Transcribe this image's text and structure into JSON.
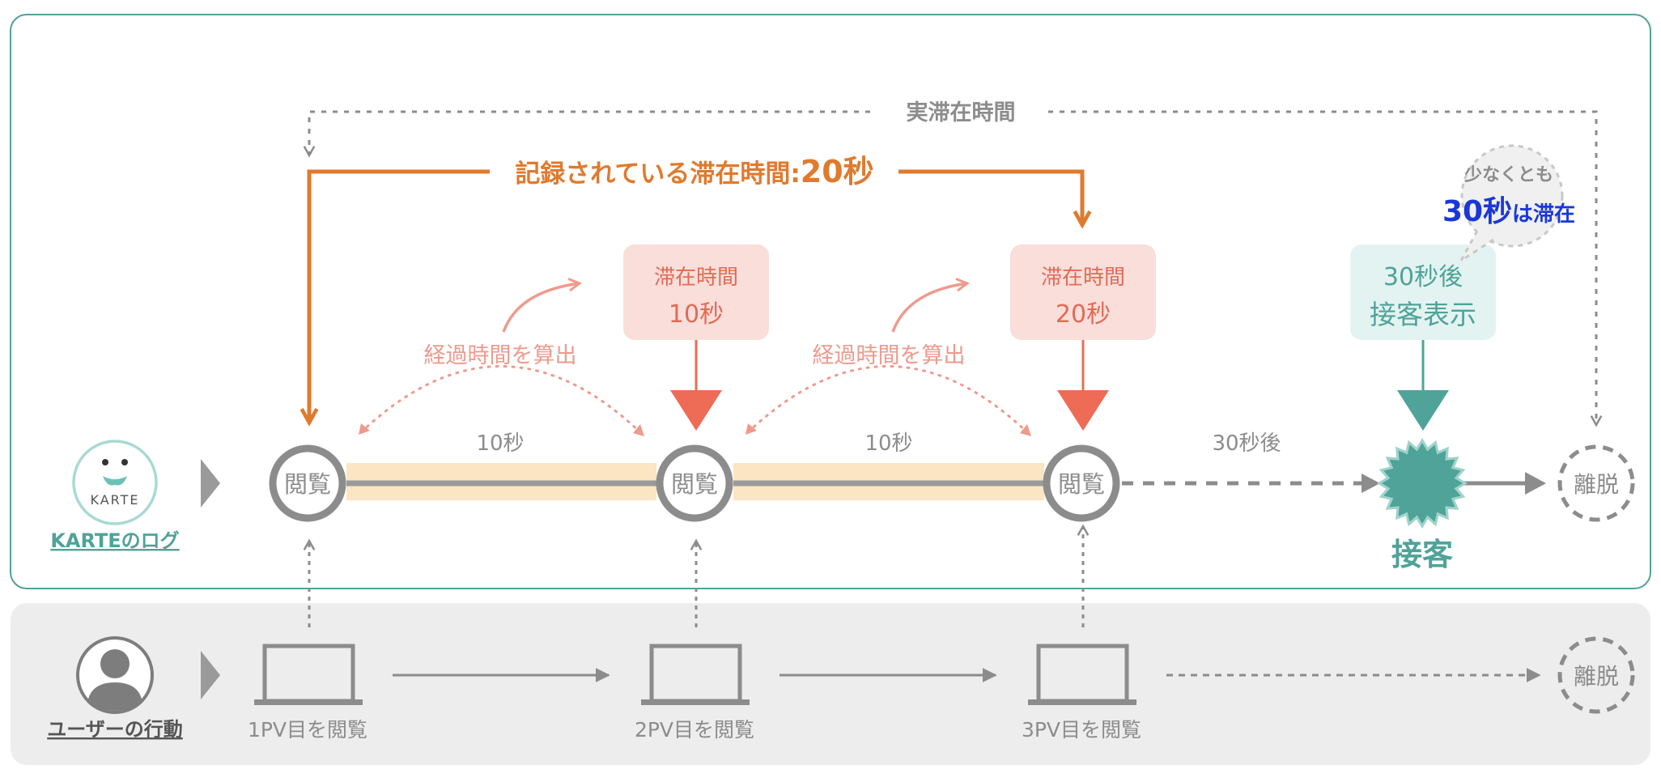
{
  "total_stay": {
    "label": "実滞在時間"
  },
  "recorded_stay": {
    "label": "記録されている滞在時間",
    "separator": ":",
    "value": "20秒"
  },
  "karte": {
    "logo_text": "KARTE",
    "label": "KARTEのログ"
  },
  "user": {
    "label": "ユーザーの行動"
  },
  "page_view": {
    "node_label": "閲覧"
  },
  "page_views": [
    {
      "label": "1PV目を閲覧"
    },
    {
      "label": "2PV目を閲覧"
    },
    {
      "label": "3PV目を閲覧"
    }
  ],
  "stay_boxes": [
    {
      "title": "滞在時間",
      "value": "10秒"
    },
    {
      "title": "滞在時間",
      "value": "20秒"
    }
  ],
  "elapsed": {
    "label": "経過時間を算出"
  },
  "intervals": [
    "10秒",
    "10秒"
  ],
  "after30": {
    "label": "30秒後"
  },
  "engagement_box": {
    "line1": "30秒後",
    "line2": "接客表示"
  },
  "engagement": {
    "label": "接客"
  },
  "bubble": {
    "line1": "少なくとも",
    "value": "30秒",
    "suffix": "は滞在"
  },
  "exit": {
    "label": "離脱"
  },
  "colors": {
    "orange": "#E07A2E",
    "teal": "#4FA398",
    "gray": "#8C8C8C",
    "salmon": "#EE9A8D",
    "red": "#EE6B56",
    "pink_bg": "#F9DEDA",
    "peach": "#FBE5C2",
    "blue": "#1A38D8",
    "panel_bg": "#EDEDED",
    "teal_bg": "#E3F3F1"
  }
}
